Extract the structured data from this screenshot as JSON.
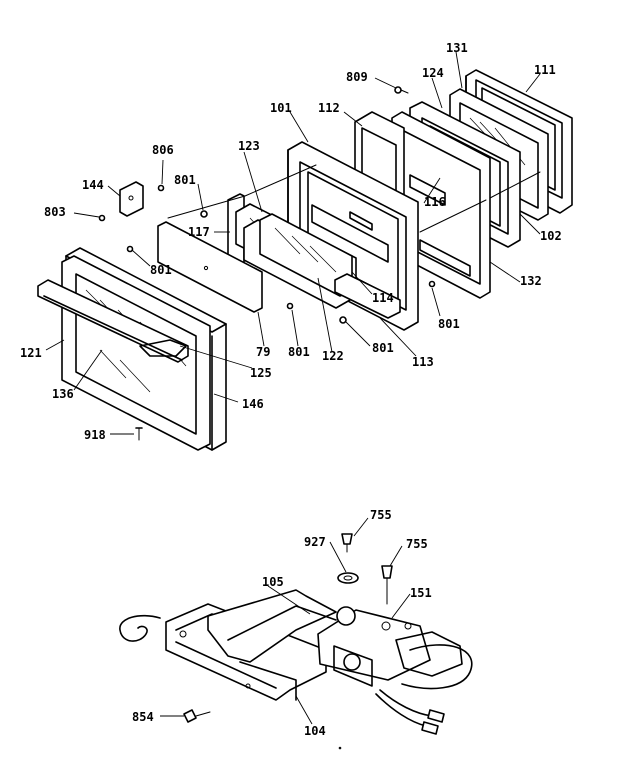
{
  "diagram": {
    "labels": {
      "l809": "809",
      "l131": "131",
      "l111": "111",
      "l124": "124",
      "l101": "101",
      "l112": "112",
      "l123": "123",
      "l806": "806",
      "l144": "144",
      "l801a": "801",
      "l803": "803",
      "l117": "117",
      "l116": "116",
      "l102": "102",
      "l801b": "801",
      "l132": "132",
      "l114": "114",
      "l801c": "801",
      "l121": "121",
      "l79": "79",
      "l801d": "801",
      "l122": "122",
      "l801e": "801",
      "l113": "113",
      "l125": "125",
      "l136": "136",
      "l146": "146",
      "l918": "918",
      "l755a": "755",
      "l927": "927",
      "l755b": "755",
      "l105": "105",
      "l151": "151",
      "l854": "854",
      "l104": "104"
    }
  }
}
